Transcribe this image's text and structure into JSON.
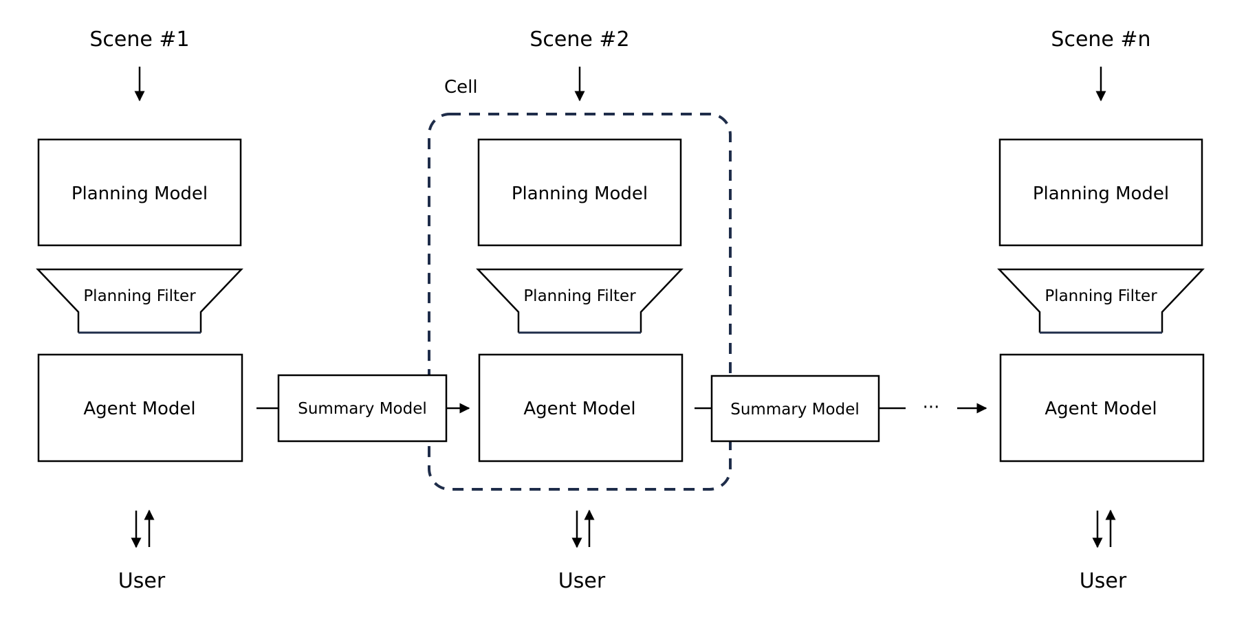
{
  "scenes": [
    {
      "title": "Scene #1",
      "planning_model": "Planning Model",
      "planning_filter": "Planning Filter",
      "agent_model": "Agent Model",
      "user": "User"
    },
    {
      "title": "Scene #2",
      "planning_model": "Planning Model",
      "planning_filter": "Planning Filter",
      "agent_model": "Agent Model",
      "user": "User"
    },
    {
      "title": "Scene #n",
      "planning_model": "Planning Model",
      "planning_filter": "Planning Filter",
      "agent_model": "Agent Model",
      "user": "User"
    }
  ],
  "summaries": [
    "Summary Model",
    "Summary Model"
  ],
  "cell_label": "Cell",
  "ellipsis": "···",
  "colors": {
    "dashed_border": "#1f2d4a",
    "filter_bottom": "#1f2d4a",
    "stroke": "#000000"
  }
}
